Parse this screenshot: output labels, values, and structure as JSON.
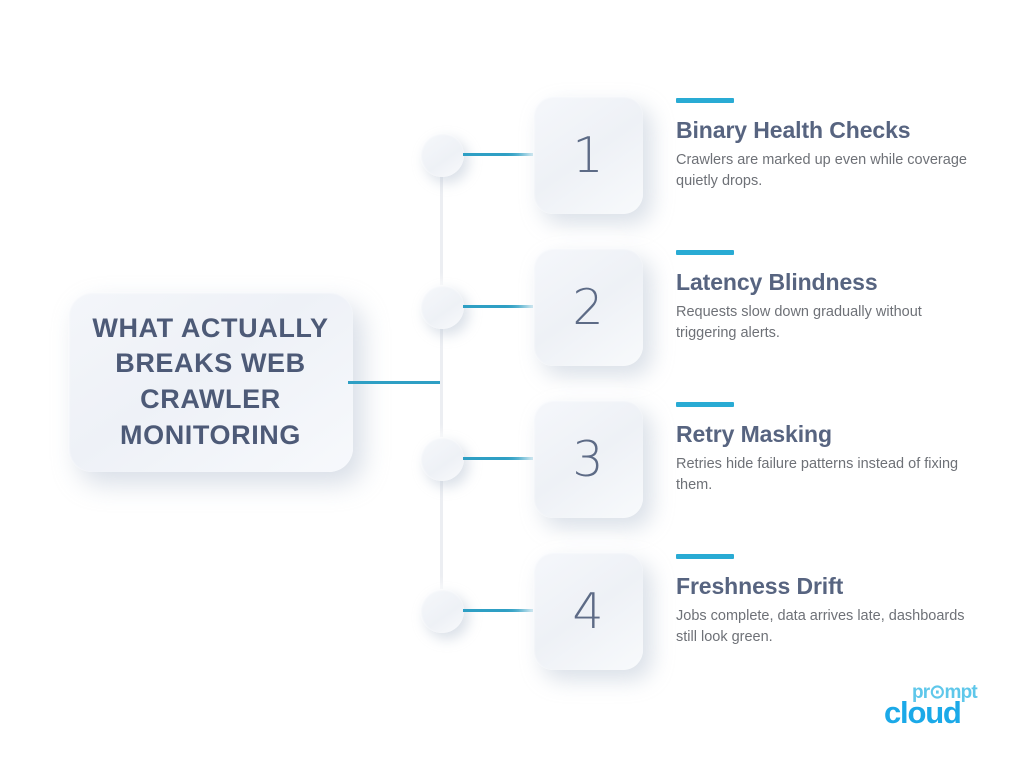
{
  "background_color": "#ffffff",
  "accent_color": "#29abd4",
  "connector_color": "#2e9fc4",
  "heading_color": "#576480",
  "body_color": "#6e7177",
  "number_color": "#5d6b86",
  "title_card": {
    "text": "WHAT ACTUALLY BREAKS WEB CRAWLER MONITORING"
  },
  "items": [
    {
      "number": "1",
      "heading": "Binary Health Checks",
      "body": "Crawlers are marked up even while coverage quietly drops."
    },
    {
      "number": "2",
      "heading": "Latency Blindness",
      "body": "Requests slow down gradually without triggering alerts."
    },
    {
      "number": "3",
      "heading": "Retry Masking",
      "body": "Retries hide failure patterns instead of fixing them."
    },
    {
      "number": "4",
      "heading": "Freshness Drift",
      "body": "Jobs complete, data arrives late, dashboards still look green."
    }
  ],
  "logo": {
    "top_word": "pr⊙mpt",
    "bottom_word": "cloud",
    "top_color": "#5ec7ea",
    "bottom_color": "#1ba9e8"
  }
}
